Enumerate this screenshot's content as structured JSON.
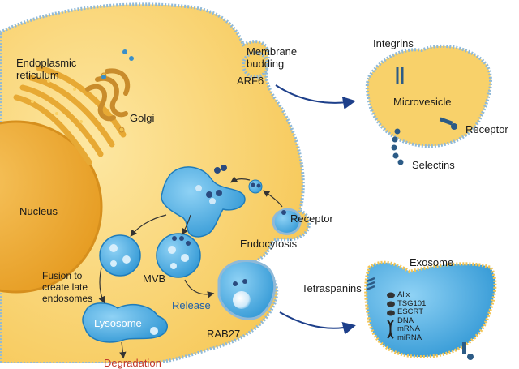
{
  "labels": {
    "membrane_budding": "Membrane\nbudding",
    "arf6": "ARF6",
    "endoplasmic_reticulum": "Endoplasmic\nreticulum",
    "golgi": "Golgi",
    "nucleus": "Nucleus",
    "receptor_cell": "Receptor",
    "endocytosis": "Endocytosis",
    "mvb": "MVB",
    "fusion": "Fusion to\ncreate late\nendosomes",
    "release": "Release",
    "rab27": "RAB27",
    "lysosome": "Lysosome",
    "degradation": "Degradation",
    "integrins": "Integrins",
    "microvesicle": "Microvesicle",
    "receptor_mv": "Receptor",
    "selectins": "Selectins",
    "exosome": "Exosome",
    "tetraspanins": "Tetraspanins"
  },
  "exosome_cargo": [
    "Alix",
    "TSG101",
    "ESCRT",
    "DNA",
    "mRNA",
    "miRNA"
  ],
  "colors": {
    "cytoplasm": "#f9d166",
    "membrane": "#8fb9d8",
    "nucleus": "#f1a92f",
    "endosome": "#3aa5de",
    "arrow": "#1d3f8a"
  }
}
